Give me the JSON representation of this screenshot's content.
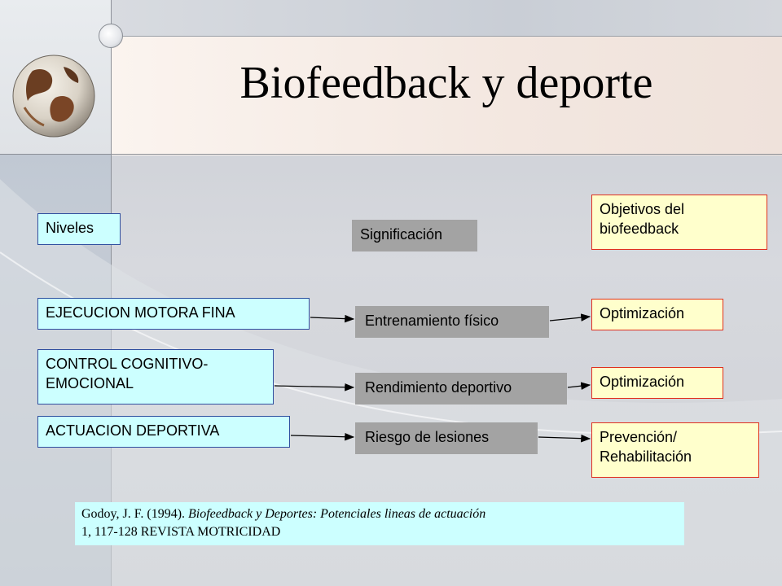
{
  "title": "Biofeedback y deporte",
  "headers": {
    "niveles": "Niveles",
    "significacion": "Significación",
    "objetivos": "Objetivos del biofeedback"
  },
  "rows": [
    {
      "nivel": "EJECUCION MOTORA FINA",
      "significacion": "Entrenamiento físico",
      "objetivo": "Optimización"
    },
    {
      "nivel": "CONTROL COGNITIVO-EMOCIONAL",
      "significacion": "Rendimiento deportivo",
      "objetivo": "Optimización"
    },
    {
      "nivel": "ACTUACION DEPORTIVA",
      "significacion": "Riesgo de lesiones",
      "objetivo": "Prevención/ Rehabilitación"
    }
  ],
  "reference": {
    "author_year": "Godoy, J. F. (1994). ",
    "title_italic": "Biofeedback y Deportes: Potenciales lineas de actuación",
    "details": "1, 117-128 REVISTA MOTRICIDAD"
  },
  "colors": {
    "level_box": "#ccffff",
    "significance_box": "#a3a3a3",
    "objective_box": "#ffffcc",
    "objective_border": "#e0301e"
  }
}
